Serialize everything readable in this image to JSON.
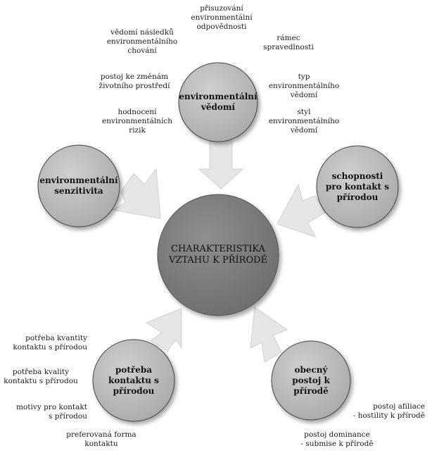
{
  "center": {
    "label": "CHARAKTERISTIKA\nVZTAHU K PŘÍRODĚ"
  },
  "nodes": {
    "awareness": {
      "label": "environmentální\nvědomí"
    },
    "sensitivity": {
      "label": "environmentální\nsenzitivita"
    },
    "abilities": {
      "label": "schopnosti\npro kontakt s\npřírodou"
    },
    "need": {
      "label": "potřeba\nkontaktu s\npřírodou"
    },
    "attitude": {
      "label": "obecný\npostoj k\npřírodě"
    }
  },
  "awareness_items": {
    "responsibility": "přisuzování\nenvironmentální\nodpovědnosti",
    "consequences": "vědomí následků\nenvironmentálního\nchování",
    "justice": "rámec\nspravedlnosti",
    "attitude_change": "postoj ke změnám\nživotního prostředí",
    "type": "typ\nenvironmentálního\nvědomí",
    "risks": "hodnocení\nenvironmentálních\nrizik",
    "style": "styl\nenvironmentálního\nvědomí"
  },
  "need_items": {
    "quantity": "potřeba kvantity\nkontaktu s přírodou",
    "quality": "potřeba kvality\nkontaktu s přírodou",
    "motives": "motivy pro kontakt\ns přírodou",
    "form": "preferovaná forma\nkontaktu"
  },
  "attitude_items": {
    "affiliation": "postoj afiliace\n- hostility k přírodě",
    "dominance": "postoj dominance\n- submise k přírodě"
  },
  "colors": {
    "center_fill": "#7f7f7f",
    "node_fill": "#bdbdbd",
    "arrow_fill": "#e6e6e6",
    "outline": "#444444"
  }
}
